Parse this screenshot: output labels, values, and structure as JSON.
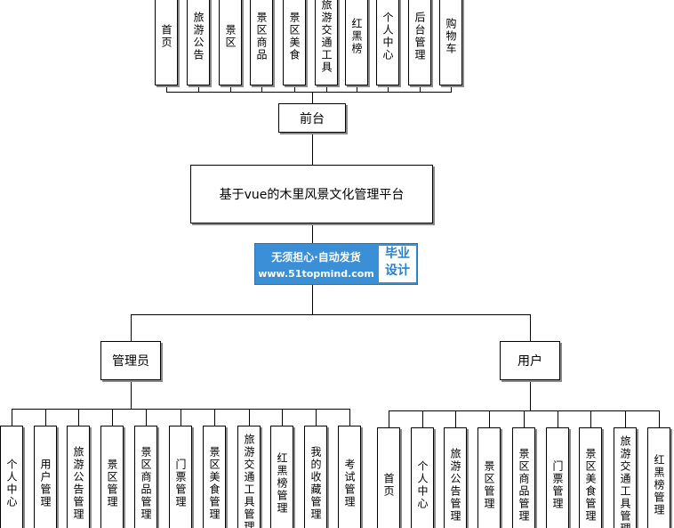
{
  "root": "基于vue的木里风景文化管理平台",
  "frontend": {
    "label": "前台",
    "items": [
      "首页",
      "旅游公告",
      "景区",
      "景区商品",
      "景区美食",
      "旅游交通工具",
      "红黑榜",
      "个人中心",
      "后台管理",
      "购物车"
    ]
  },
  "admin": {
    "label": "管理员",
    "items": [
      "个人中心",
      "用户管理",
      "旅游公告管理",
      "景区管理",
      "景区商品管理",
      "门票管理",
      "景区美食管理",
      "旅游交通工具管理",
      "红黑榜管理",
      "我的收藏管理",
      "考试管理"
    ]
  },
  "user": {
    "label": "用户",
    "items": [
      "首页",
      "个人中心",
      "旅游公告管理",
      "景区管理",
      "景区商品管理",
      "门票管理",
      "景区美食管理",
      "旅游交通工具管理",
      "红黑榜管理"
    ]
  },
  "watermark": {
    "line1": "无须担心·自动发货",
    "line2": "www.51topmind.com",
    "badge_line1": "毕业",
    "badge_line2": "设计"
  }
}
